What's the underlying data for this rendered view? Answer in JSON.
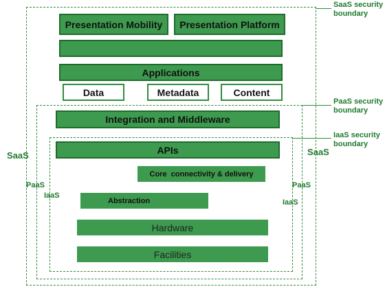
{
  "layers": {
    "presentation_mobility": "Presentation Mobility",
    "presentation_platform": "Presentation Platform",
    "unlabeled_layer": "",
    "applications": "Applications",
    "data": "Data",
    "metadata": "Metadata",
    "content": "Content",
    "integration_middleware": "Integration and Middleware",
    "apis": "APIs",
    "core_connectivity": "Core  connectivity & delivery",
    "abstraction": "Abstraction",
    "hardware": "Hardware",
    "facilities": "Facilities"
  },
  "boundaries": {
    "saas_callout_line1": "SaaS security",
    "saas_callout_line2": "boundary",
    "paas_callout_line1": "PaaS security",
    "paas_callout_line2": "boundary",
    "iaas_callout_line1": "IaaS security",
    "iaas_callout_line2": "boundary"
  },
  "side_labels": {
    "saas_left": "SaaS",
    "saas_right": "SaaS",
    "paas_left": "PaaS",
    "paas_right": "PaaS",
    "iaas_left": "IaaS",
    "iaas_right": "IaaS"
  },
  "colors": {
    "layer_fill": "#3d9a4e",
    "layer_border": "#1f6b2c",
    "boundary": "#2e8b3a",
    "label_text": "#1f7a2e"
  }
}
